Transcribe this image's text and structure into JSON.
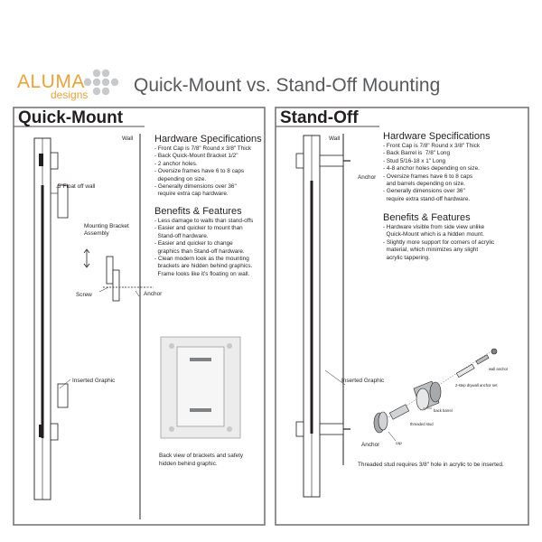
{
  "logo": {
    "word": "ALUMA",
    "trademark": "®",
    "sub": "designs",
    "accent": "#e8a33d",
    "dots": "#c8c9cb"
  },
  "title": "Quick-Mount vs. Stand-Off Mounting",
  "quick_mount": {
    "title": "Quick-Mount",
    "hardware_heading": "Hardware Specifications",
    "hardware_items": [
      "- Front Cap is 7/8\" Round x 3/8\" Thick",
      "- Back Quick-Mount Bracket 1/2\"",
      "- 2 anchor holes.",
      "- Oversize frames have 6 to 8 caps",
      "  depending on size.",
      "- Generally dimensions over 36\"",
      "  require extra cap hardware."
    ],
    "benefits_heading": "Benefits & Features",
    "benefits_items": [
      "- Less damage to walls than stand-offs",
      "- Easier and quicker to mount than",
      "  Stand-off hardware.",
      "- Easier and quicker to change",
      "  graphics than Stand-off hardware.",
      "- Clean modern look as the mounting",
      "  brackets are hidden behind graphics.",
      "  Frame looks like it's floating on wall."
    ],
    "labels": {
      "wall": "Wall",
      "float": ".5\"Float off wall",
      "bracket_line1": "Mounting Bracket",
      "bracket_line2": "Assembly",
      "screw": "Screw",
      "anchor": "Anchor",
      "graphic": "Inserted Graphic"
    },
    "caption_lines": [
      "Back view of brackets and safety",
      "hidden behind graphic."
    ]
  },
  "stand_off": {
    "title": "Stand-Off",
    "hardware_heading": "Hardware Specifications",
    "hardware_items": [
      "- Front Cap is 7/8\" Round x 3/8\" Thick",
      "- Back Barrel is  7/8\" Long",
      "- Stud 5/16-18 x 1\" Long",
      "- 4-8 anchor holes depending on size.",
      "- Oversize frames have 6 to 8 caps",
      "  and barrels depending on size.",
      "- Generally dimensions over 36\"",
      "  require extra stand-off hardware."
    ],
    "benefits_heading": "Benefits & Features",
    "benefits_items": [
      "- Hardware visible from side view unlike",
      "  Quick-Mount which is a hidden mount.",
      "- Slightly more support for corners of acrylic",
      "  material, which minimizes any slight",
      "  acrylic tappering."
    ],
    "labels": {
      "wall": "Wall",
      "anchor_top": "Anchor",
      "anchor_bottom": "Anchor",
      "graphic": "Inserted Graphic",
      "wall_anchor": "wall anchor",
      "drywall": "2-step drywall anchor set",
      "back_barrel": "back barrel",
      "threaded_stud": "threaded stud",
      "cap": "cap"
    },
    "note": "Threaded stud requires  3/8\" hole in acrylic to be inserted."
  }
}
